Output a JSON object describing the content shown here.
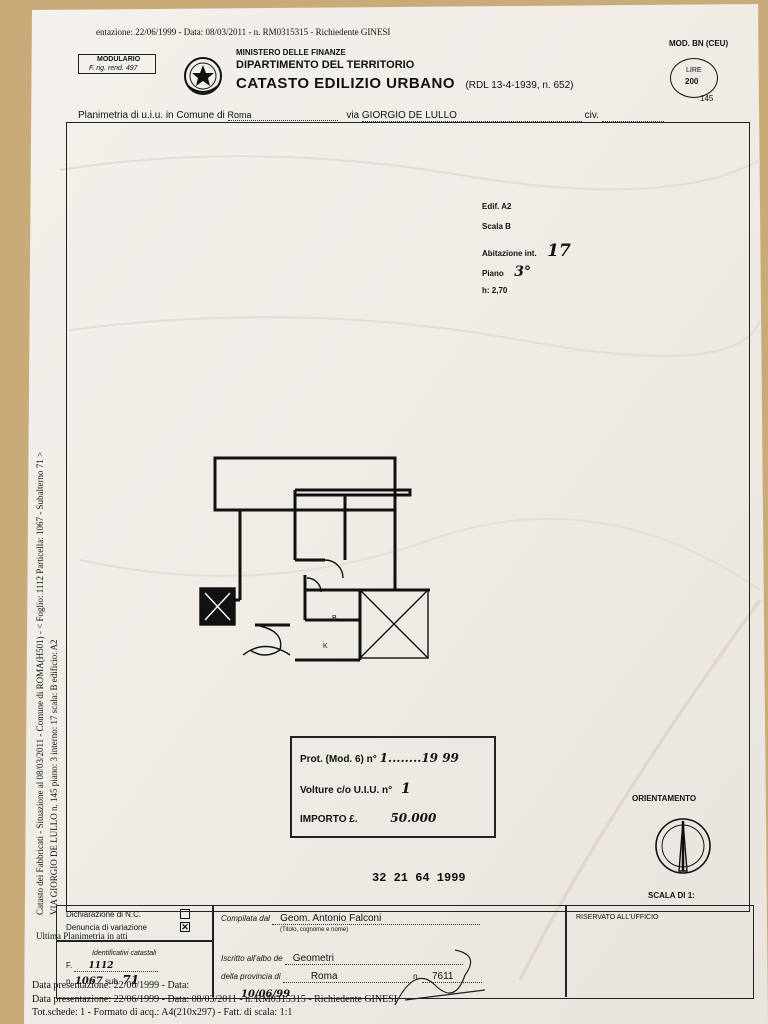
{
  "header": {
    "presentation_line": "entazione: 22/06/1999 - Data: 08/03/2011 - n. RM0315315 - Richiedente GINESI",
    "model_code": "MOD. BN (CEU)",
    "modulario_label": "MODULARIO",
    "modulario_ref": "F. rig. rend. 497",
    "ministry": "MINISTERO DELLE FINANZE",
    "department": "DIPARTIMENTO DEL TERRITORIO",
    "catasto_title": "CATASTO EDILIZIO URBANO",
    "law_ref": "(RDL 13-4-1939, n. 652)",
    "lire_label": "LIRE",
    "lire_value": "200",
    "civic_number": "145"
  },
  "plan_line": {
    "prefix": "Planimetria di u.i.u. in Comune di",
    "comune": "Roma",
    "via_label": "via",
    "via": "GIORGIO DE LULLO",
    "civ_label": "civ."
  },
  "unit": {
    "edificio": "Edif. A2",
    "scala": "Scala B",
    "abitazione_label": "Abitazione int.",
    "interno": "17",
    "piano_label": "Piano",
    "piano": "3°",
    "altezza": "h: 2,70"
  },
  "plan": {
    "room_b": "B",
    "room_k": "K"
  },
  "stamp": {
    "prot_label": "Prot. (Mod. 6) n°",
    "prot_number": "1........19 99",
    "volture_label": "Volture c/o U.I.U. n°",
    "volture_value": "1",
    "importo_label": "IMPORTO £.",
    "importo_value": "50.000",
    "fragment": "32 21 64 1999"
  },
  "orientation": {
    "label": "ORIENTAMENTO",
    "scale_label": "SCALA DI 1:",
    "scale_value": ""
  },
  "margin": {
    "line1": "Catasto dei Fabbricati - Situazione al 08/03/2011 - Comune di ROMA(H501) - < Foglio: 1112 Particella: 1067 - Subalterno 71 >",
    "line2": "VIA GIORGIO DE LULLO n. 145 piano: 3 interno: 17 scala: B edificio: A2"
  },
  "footer": {
    "dichiarazione_nc": "Dichiarazione di N.C.",
    "denuncia_variazione": "Denuncia di variazione",
    "denuncia_check": "✕",
    "ultima_planimetria": "Ultima Planimetria in atti",
    "identificativi_label": "Identificativi catastali",
    "foglio_label": "F.",
    "foglio": "1112",
    "numero_label": "n.",
    "numero": "1067",
    "sub_label": "sub.",
    "sub": "71",
    "compilata_label": "Compilata dal",
    "compilatore": "Geom. Antonio Falconi",
    "compilatore_caption": "(Titolo, cognome e nome)",
    "albo_label": "Iscritto all'albo de",
    "albo": "Geometri",
    "provincia_label": "della provincia di",
    "provincia": "Roma",
    "n_label": "n.",
    "n_albo": "7611",
    "data": "10/06/99",
    "riservato": "RISERVATO ALL'UFFICIO"
  },
  "print": {
    "line1": "Data presentazione: 22/06/1999 - Data:",
    "line2": "Data presentazione: 22/06/1999 - Data: 08/03/2011 - n. RM0315315 - Richiedente GINESI",
    "line3": "Tot.schede: 1 - Formato di acq.: A4(210x297) - Fatt. di scala: 1:1"
  }
}
